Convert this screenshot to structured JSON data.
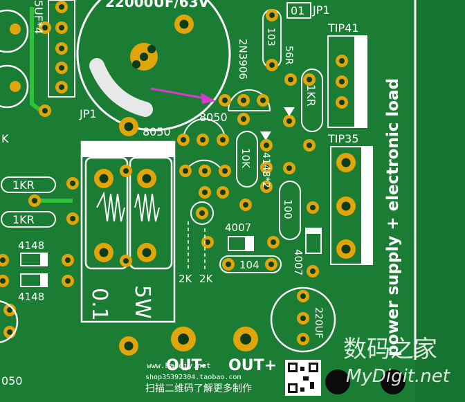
{
  "labels": {
    "capacitor_top": "22000UF/63V",
    "cap_side": "5UF*4",
    "jp1_left": "JP1",
    "jp1_top": "JP1",
    "jp1_pin": "01",
    "transistor_pnp": "2N3906",
    "res_103": "103",
    "res_56r": "56R",
    "res_1kr_right": "1KR",
    "tip41": "TIP41",
    "tip35": "TIP35",
    "npn_8050_a": "8050",
    "npn_8050_b": "8050",
    "res_10k": "10K",
    "diode_4148_2": "4148*2",
    "res_100": "100",
    "res_1kr_a": "1KR",
    "res_1kr_b": "1KR",
    "diode_4148_a": "4148",
    "diode_4148_b": "4148",
    "diode_4007_a": "4007",
    "diode_4007_b": "4007",
    "cap_104": "104",
    "shunt_power": "5W",
    "shunt_value": "0.1",
    "res_2k_a": "2K",
    "res_2k_b": "2K",
    "cap_220uf": "220UF",
    "out_minus": "OUT-",
    "out_plus": "OUT+",
    "bottom_left": "050",
    "left_mid": "K",
    "title_vertical": "power supply + electronic load",
    "site": "www.haodiy.net",
    "shop": "shop35392304.taobao.com",
    "scan": "扫描二维码了解更多制作",
    "wm_cn": "数码之家",
    "wm_en": "MyDigit.net"
  },
  "colors": {
    "board": "#1a7d33",
    "pad": "#e1a50c",
    "silk": "#ffffff",
    "arrow": "#d93ad0",
    "trace": "#2fc23a"
  }
}
